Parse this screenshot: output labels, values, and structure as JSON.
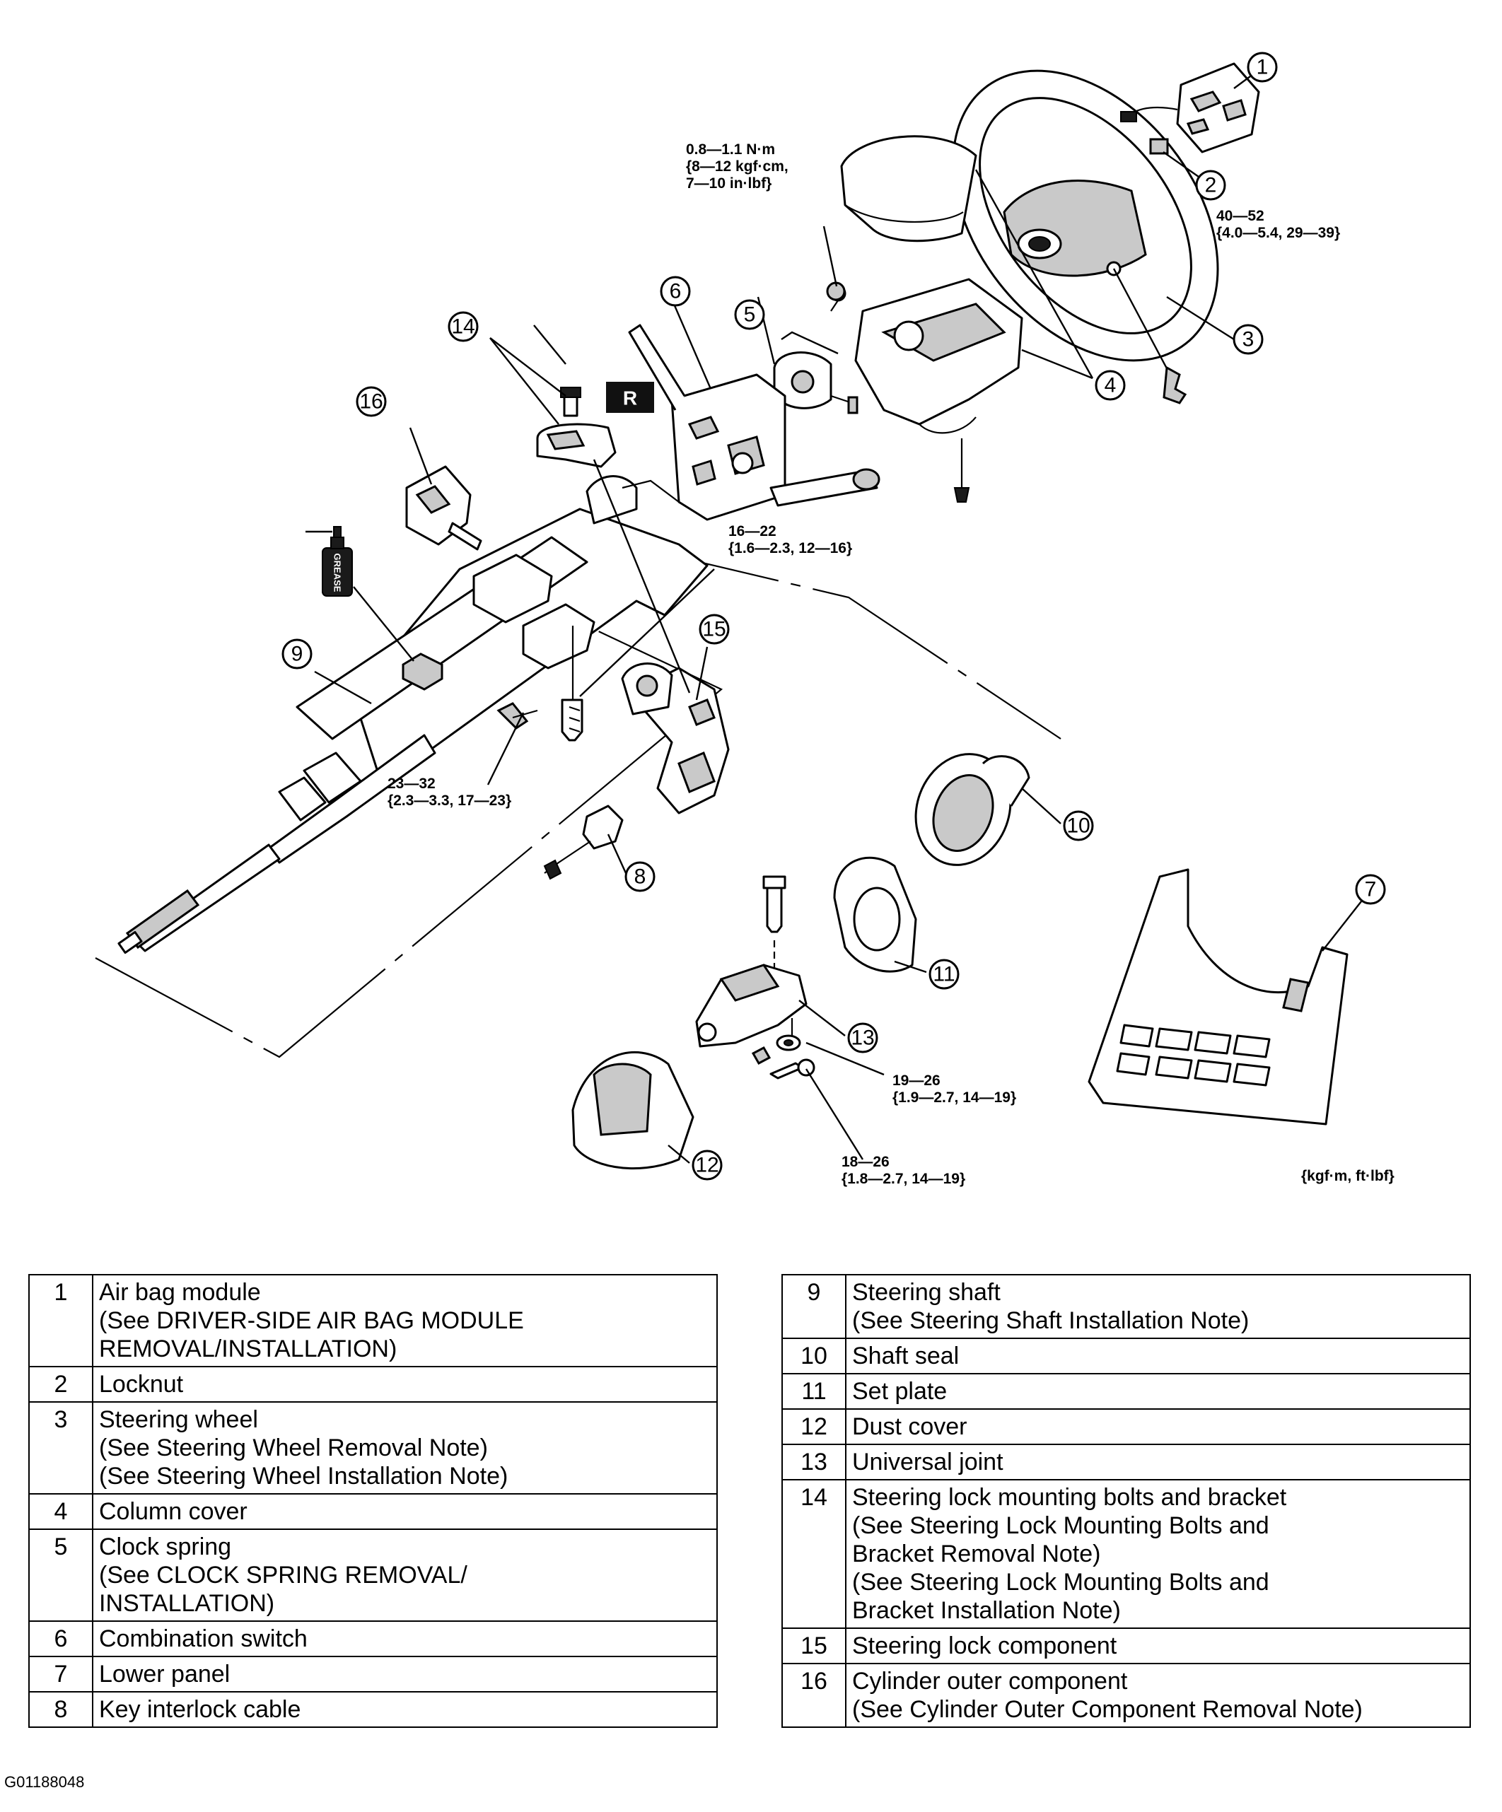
{
  "figure_code": "G01188048",
  "unit_note": "{kgf·m, ft·lbf}",
  "service_mark": "R",
  "grease_label": "GREASE",
  "callouts": [
    "1",
    "2",
    "3",
    "4",
    "4",
    "5",
    "6",
    "7",
    "8",
    "9",
    "10",
    "11",
    "12",
    "13",
    "14",
    "15",
    "16"
  ],
  "torques": [
    {
      "id": "clock-spring-screw",
      "lines": [
        "0.8—1.1 N·m",
        "{8—12 kgf·cm,",
        "7—10 in·lbf}"
      ]
    },
    {
      "id": "steering-wheel-nut",
      "lines": [
        "40—52",
        "{4.0—5.4, 29—39}"
      ]
    },
    {
      "id": "column-bracket-bolt",
      "lines": [
        "16—22",
        "{1.6—2.3, 12—16}"
      ]
    },
    {
      "id": "column-mount-bolt",
      "lines": [
        "23—32",
        "{2.3—3.3, 17—23}"
      ]
    },
    {
      "id": "universal-joint-nut",
      "lines": [
        "19—26",
        "{1.9—2.7, 14—19}"
      ]
    },
    {
      "id": "universal-joint-bolt",
      "lines": [
        "18—26",
        "{1.8—2.7, 14—19}"
      ]
    }
  ],
  "legend_left": [
    {
      "num": "1",
      "name": "Air bag module",
      "notes": [
        "(See DRIVER-SIDE AIR BAG MODULE",
        "REMOVAL/INSTALLATION)"
      ]
    },
    {
      "num": "2",
      "name": "Locknut",
      "notes": []
    },
    {
      "num": "3",
      "name": "Steering wheel",
      "notes": [
        "(See Steering Wheel Removal Note)",
        "(See Steering Wheel Installation Note)"
      ]
    },
    {
      "num": "4",
      "name": "Column cover",
      "notes": []
    },
    {
      "num": "5",
      "name": "Clock spring",
      "notes": [
        "(See CLOCK SPRING REMOVAL/",
        "INSTALLATION)"
      ]
    },
    {
      "num": "6",
      "name": "Combination switch",
      "notes": []
    },
    {
      "num": "7",
      "name": "Lower panel",
      "notes": []
    },
    {
      "num": "8",
      "name": "Key interlock cable",
      "notes": []
    }
  ],
  "legend_right": [
    {
      "num": "9",
      "name": "Steering shaft",
      "notes": [
        "(See Steering Shaft Installation Note)"
      ]
    },
    {
      "num": "10",
      "name": "Shaft seal",
      "notes": []
    },
    {
      "num": "11",
      "name": "Set plate",
      "notes": []
    },
    {
      "num": "12",
      "name": "Dust cover",
      "notes": []
    },
    {
      "num": "13",
      "name": "Universal joint",
      "notes": []
    },
    {
      "num": "14",
      "name": "Steering lock mounting bolts and bracket",
      "notes": [
        "(See Steering Lock Mounting Bolts and",
        "Bracket Removal Note)",
        "(See Steering Lock Mounting Bolts and",
        "Bracket Installation Note)"
      ]
    },
    {
      "num": "15",
      "name": "Steering lock component",
      "notes": []
    },
    {
      "num": "16",
      "name": "Cylinder outer component",
      "notes": [
        "(See Cylinder Outer Component Removal Note)"
      ]
    }
  ]
}
